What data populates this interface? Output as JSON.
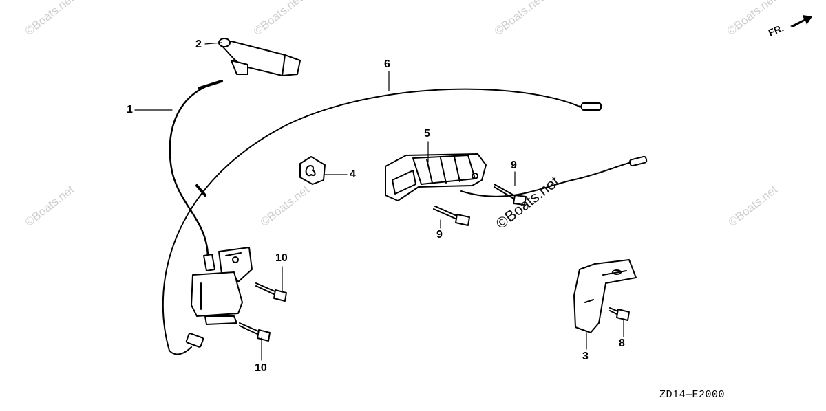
{
  "diagram": {
    "parts": [
      {
        "number": "1",
        "name": "ignition-coil-high-tension-lead"
      },
      {
        "number": "2",
        "name": "spark-plug-cap"
      },
      {
        "number": "3",
        "name": "bracket"
      },
      {
        "number": "4",
        "name": "grommet"
      },
      {
        "number": "5",
        "name": "charge-coil"
      },
      {
        "number": "6",
        "name": "lead-wire"
      },
      {
        "number": "8",
        "name": "flange-bolt"
      },
      {
        "number": "9",
        "name": "flange-bolt"
      },
      {
        "number": "10",
        "name": "flange-bolt"
      }
    ],
    "labels": {
      "p1": "1",
      "p2": "2",
      "p3": "3",
      "p4": "4",
      "p5": "5",
      "p6": "6",
      "p8": "8",
      "p9a": "9",
      "p9b": "9",
      "p10a": "10",
      "p10b": "10"
    },
    "code": "ZD14—E2000",
    "direction": "FR.",
    "watermark": "©Boats.net",
    "watermark_center": "©Boats.net"
  }
}
